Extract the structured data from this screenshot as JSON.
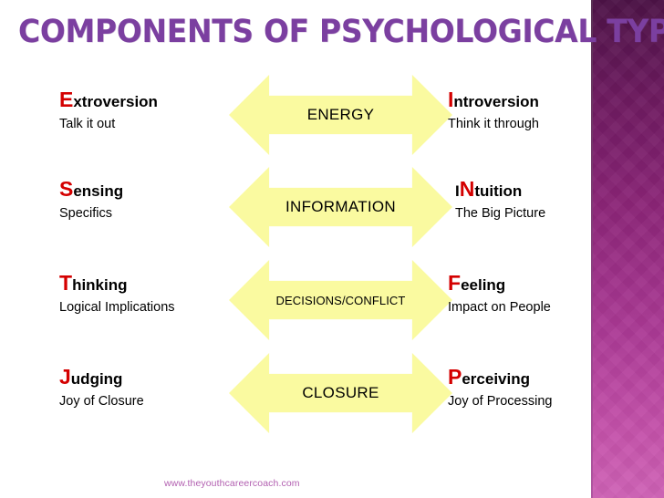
{
  "slide": {
    "title": "Components of Psychological Type",
    "background_color": "#ffffff",
    "title_color": "#7b3fa0",
    "accent_band_color": "#8d2679",
    "arrow_color": "#fafaa0",
    "cap_letter_color": "#d40000",
    "footer_color": "#b25fb0"
  },
  "footer": {
    "url": "www.theyouthcareercoach.com"
  },
  "dichotomies": [
    {
      "arrow_label": "ENERGY",
      "left": {
        "cap": "E",
        "rest": "xtroversion",
        "subtitle": "Talk it out"
      },
      "right": {
        "cap": "I",
        "rest": "ntroversion",
        "subtitle": "Think it through"
      }
    },
    {
      "arrow_label": "INFORMATION",
      "left": {
        "cap": "S",
        "rest": "ensing",
        "subtitle": "Specifics"
      },
      "right": {
        "prefix": "I",
        "cap": "N",
        "rest": "tuition",
        "subtitle": "The Big Picture"
      }
    },
    {
      "arrow_label": "DECISIONS/CONFLICT",
      "left": {
        "cap": "T",
        "rest": "hinking",
        "subtitle": "Logical Implications"
      },
      "right": {
        "cap": "F",
        "rest": "eeling",
        "subtitle": "Impact on People"
      }
    },
    {
      "arrow_label": "CLOSURE",
      "left": {
        "cap": "J",
        "rest": "udging",
        "subtitle": "Joy of Closure"
      },
      "right": {
        "cap": "P",
        "rest": "erceiving",
        "subtitle": "Joy of Processing"
      }
    }
  ]
}
